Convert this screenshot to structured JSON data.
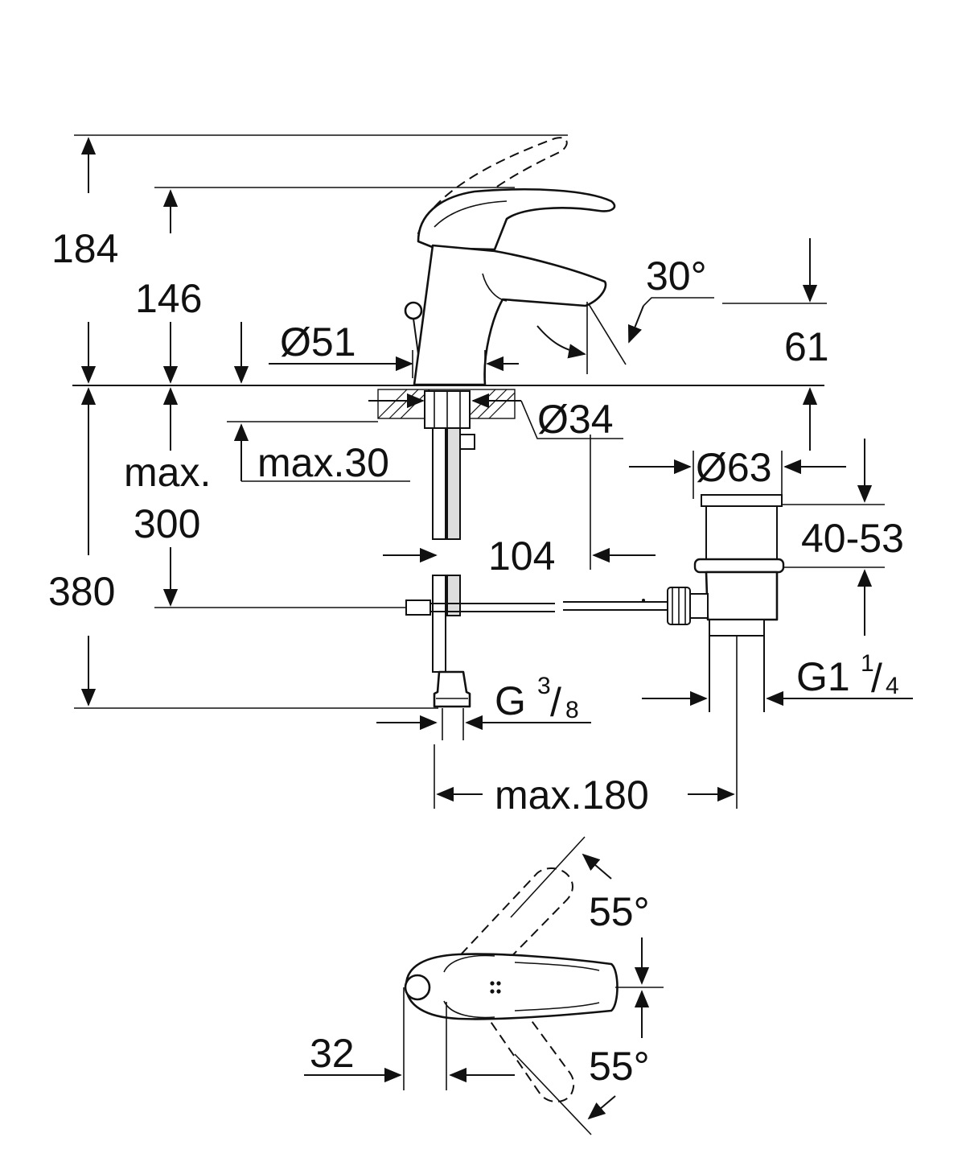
{
  "colors": {
    "line": "#111111",
    "background": "#ffffff"
  },
  "dimensions": {
    "d184": "184",
    "d146": "146",
    "d51": "Ø51",
    "d30deg": "30°",
    "d61": "61",
    "d34": "Ø34",
    "max30": "max.30",
    "max300_line1": "max.",
    "max300_line2": "300",
    "d380": "380",
    "d104": "104",
    "d63": "Ø63",
    "d40_53": "40-53",
    "g38_main": "G",
    "g38_num": "3",
    "g38_slash": "/",
    "g38_den": "8",
    "g114_main": "G1",
    "g114_num": "1",
    "g114_slash": "/",
    "g114_den": "4",
    "max180": "max.180",
    "d55_top": "55°",
    "d55_bottom": "55°",
    "d32": "32"
  }
}
